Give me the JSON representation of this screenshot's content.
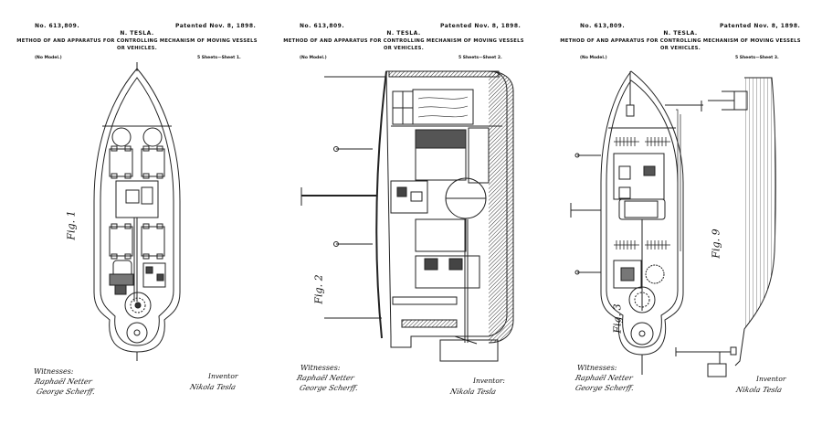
{
  "sheets": [
    {
      "patent_no": "No. 613,809.",
      "patented": "Patented Nov. 8, 1898.",
      "inventor_name": "N. TESLA.",
      "title_line1": "METHOD OF AND APPARATUS FOR CONTROLLING MECHANISM OF MOVING VESSELS",
      "title_line2": "OR VEHICLES.",
      "model": "(No Model.)",
      "sheet_label": "5 Sheets—Sheet 1.",
      "figure_label": "Fig. 1",
      "witnesses_label": "Witnesses:",
      "witness_1": "Raphaël Netter",
      "witness_2": "George Scherff.",
      "inventor_label": "Inventor",
      "inventor_signature": "Nikola Tesla"
    },
    {
      "patent_no": "No. 613,809.",
      "patented": "Patented Nov. 8, 1898.",
      "inventor_name": "N. TESLA.",
      "title_line1": "METHOD OF AND APPARATUS FOR CONTROLLING MECHANISM OF MOVING VESSELS",
      "title_line2": "OR VEHICLES.",
      "model": "(No Model.)",
      "sheet_label": "5 Sheets—Sheet 2.",
      "figure_label": "Fig. 2",
      "witnesses_label": "Witnesses:",
      "witness_1": "Raphaël Netter",
      "witness_2": "George Scherff.",
      "inventor_label": "Inventor:",
      "inventor_signature": "Nikola Tesla"
    },
    {
      "patent_no": "No. 613,809.",
      "patented": "Patented Nov. 8, 1898.",
      "inventor_name": "N. TESLA.",
      "title_line1": "METHOD OF AND APPARATUS FOR CONTROLLING MECHANISM OF MOVING VESSELS",
      "title_line2": "OR VEHICLES.",
      "model": "(No Model.)",
      "sheet_label": "5 Sheets—Sheet 3.",
      "figure_label": "Fig. 3",
      "figure_label_2": "Fig. 9",
      "witnesses_label": "Witnesses:",
      "witness_1": "Raphaël Netter",
      "witness_2": "George Scherff.",
      "inventor_label": "Inventor",
      "inventor_signature": "Nikola Tesla"
    }
  ]
}
